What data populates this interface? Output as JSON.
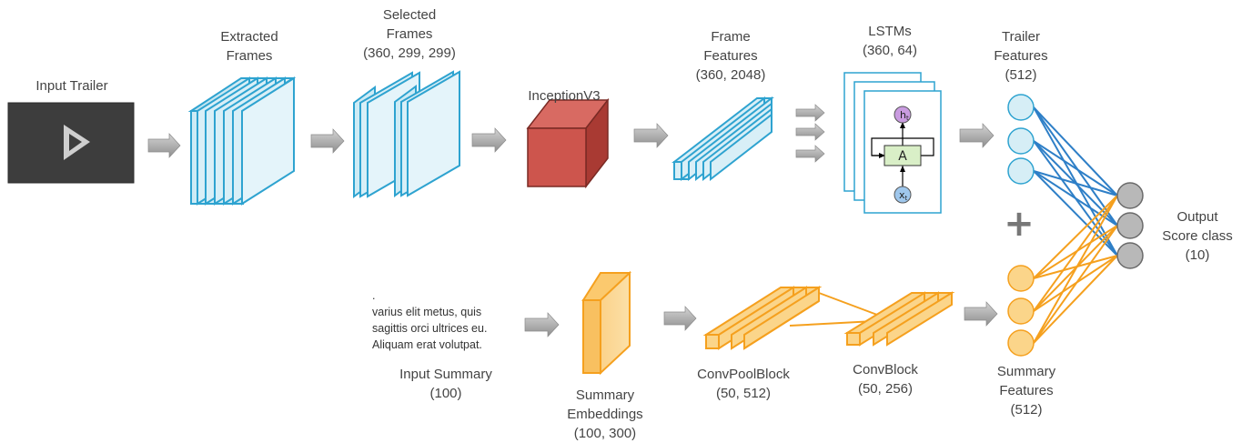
{
  "top": {
    "input_trailer": "Input Trailer",
    "extracted_frames": [
      "Extracted",
      "Frames"
    ],
    "selected_frames": [
      "Selected",
      "Frames",
      "(360, 299, 299)"
    ],
    "inception": "InceptionV3",
    "frame_features": [
      "Frame",
      "Features",
      "(360, 2048)"
    ],
    "lstms": [
      "LSTMs",
      "(360, 64)"
    ],
    "lstm_cell": {
      "hidden": "h",
      "hidden_sub": "t",
      "block": "A",
      "input": "x",
      "input_sub": "t"
    },
    "trailer_features": [
      "Trailer",
      "Features",
      "(512)"
    ]
  },
  "bottom": {
    "summary_text": [
      ".",
      "varius  elit  metus,  quis",
      "sagittis  orci  ultrices  eu.",
      "Aliquam erat volutpat."
    ],
    "input_summary": [
      "Input Summary",
      "(100)"
    ],
    "summary_embeddings": [
      "Summary",
      "Embeddings",
      "(100, 300)"
    ],
    "conv_pool_block": [
      "ConvPoolBlock",
      "(50, 512)"
    ],
    "conv_block": [
      "ConvBlock",
      "(50, 256)"
    ],
    "summary_features": [
      "Summary",
      "Features",
      "(512)"
    ]
  },
  "output": {
    "label": [
      "Output",
      "Score class",
      "(10)"
    ],
    "plus": "+"
  },
  "colors": {
    "blue": "#2ea3d0",
    "blue_fill": "#d6eef6",
    "orange": "#f5a01e",
    "orange_fill": "#fbd58a",
    "red": "#c9504a",
    "grey_node": "#b8b8b8",
    "arrow": "#9a9a9a",
    "video": "#3c3c3c"
  }
}
